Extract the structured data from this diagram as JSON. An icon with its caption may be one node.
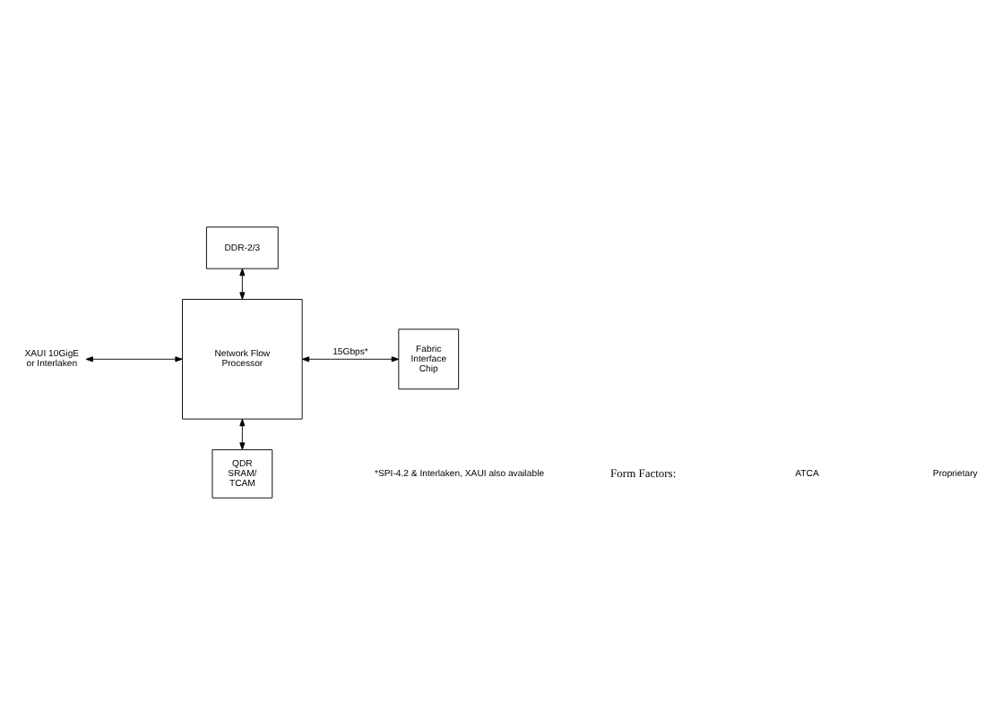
{
  "diagram": {
    "nodes": [
      {
        "text": [
          "DDR-2/3"
        ]
      },
      {
        "text": [
          "Network Flow Processor"
        ]
      },
      {
        "text": [
          "XAUI 10GigE or Interlaken"
        ]
      },
      {
        "text": [
          "Fabric Interface Chip"
        ]
      },
      {
        "text": [
          "QDR SRAM/ TCAM"
        ]
      }
    ],
    "edges": [
      {
        "from": 0,
        "to": 1,
        "arrow": "both"
      },
      {
        "from": 2,
        "to": 1,
        "arrow": "both"
      },
      {
        "from": 1,
        "to": 3,
        "arrow": "both",
        "label": "15Gbps*"
      },
      {
        "from": 1,
        "to": 4,
        "arrow": "both"
      }
    ],
    "labels": [
      "Form Factors:",
      "ATCA",
      "Proprietary",
      "*SPI-4.2 & Interlaken, XAUI also available"
    ]
  }
}
